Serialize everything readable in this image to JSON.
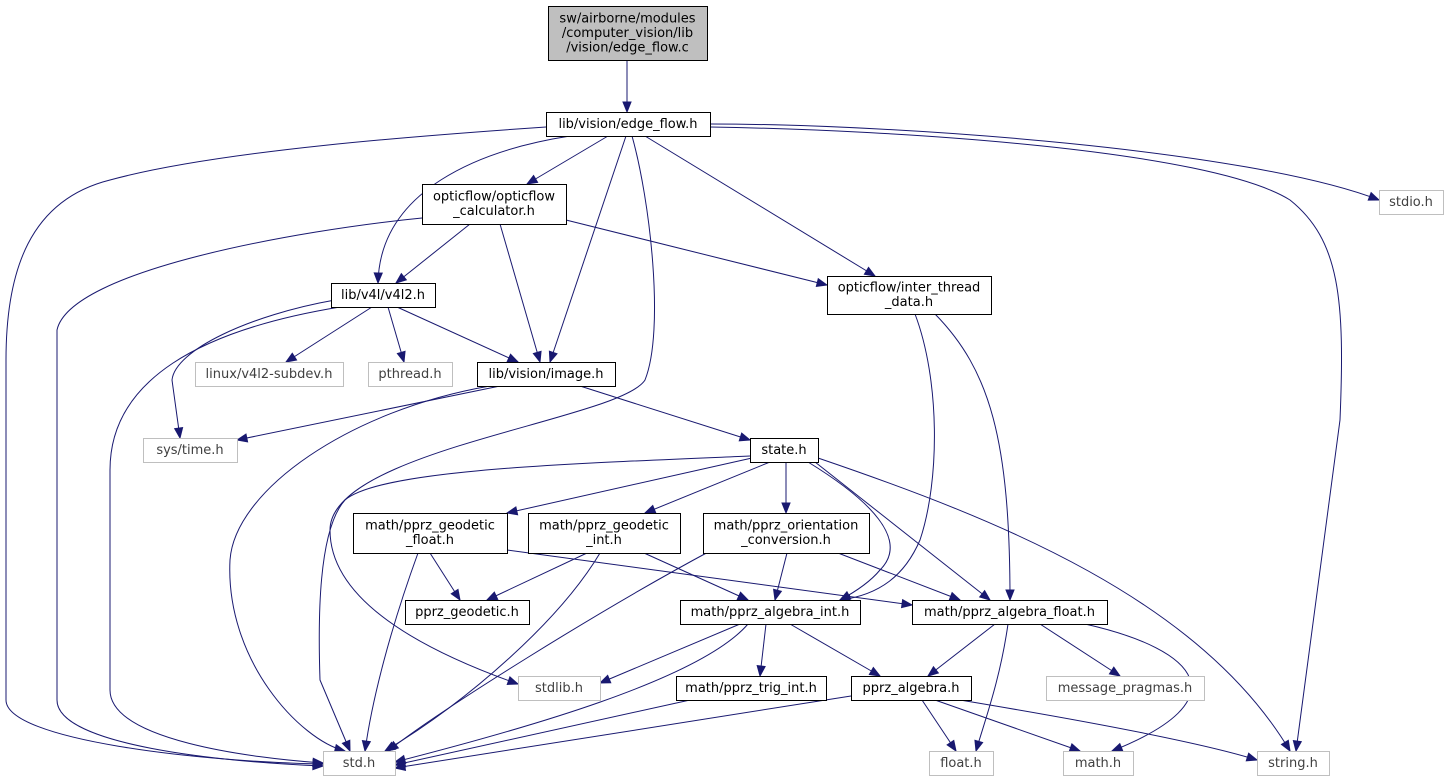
{
  "colors": {
    "edge": "#191970",
    "root_fill": "#bfbfbf",
    "root_stroke": "#000000",
    "node_stroke": "#000000",
    "external_stroke": "#bfbfbf",
    "text": "#000000",
    "external_text": "#404040"
  },
  "nodes": [
    {
      "id": "edge_flow_c",
      "kind": "root",
      "lines": [
        "sw/airborne/modules",
        "/computer_vision/lib",
        "/vision/edge_flow.c"
      ]
    },
    {
      "id": "edge_flow_h",
      "kind": "header",
      "lines": [
        "lib/vision/edge_flow.h"
      ]
    },
    {
      "id": "stdio_h",
      "kind": "external",
      "lines": [
        "stdio.h"
      ]
    },
    {
      "id": "opticflow_calculator_h",
      "kind": "header",
      "lines": [
        "opticflow/opticflow",
        "_calculator.h"
      ]
    },
    {
      "id": "v4l2_h",
      "kind": "header",
      "lines": [
        "lib/v4l/v4l2.h"
      ]
    },
    {
      "id": "inter_thread_data_h",
      "kind": "header",
      "lines": [
        "opticflow/inter_thread",
        "_data.h"
      ]
    },
    {
      "id": "linux_v4l2_subdev_h",
      "kind": "external",
      "lines": [
        "linux/v4l2-subdev.h"
      ]
    },
    {
      "id": "pthread_h",
      "kind": "external",
      "lines": [
        "pthread.h"
      ]
    },
    {
      "id": "image_h",
      "kind": "header",
      "lines": [
        "lib/vision/image.h"
      ]
    },
    {
      "id": "sys_time_h",
      "kind": "external",
      "lines": [
        "sys/time.h"
      ]
    },
    {
      "id": "state_h",
      "kind": "header",
      "lines": [
        "state.h"
      ]
    },
    {
      "id": "pprz_geodetic_float_h",
      "kind": "header",
      "lines": [
        "math/pprz_geodetic",
        "_float.h"
      ]
    },
    {
      "id": "pprz_geodetic_int_h",
      "kind": "header",
      "lines": [
        "math/pprz_geodetic",
        "_int.h"
      ]
    },
    {
      "id": "pprz_orientation_conversion_h",
      "kind": "header",
      "lines": [
        "math/pprz_orientation",
        "_conversion.h"
      ]
    },
    {
      "id": "pprz_geodetic_h",
      "kind": "header",
      "lines": [
        "pprz_geodetic.h"
      ]
    },
    {
      "id": "pprz_algebra_int_h",
      "kind": "header",
      "lines": [
        "math/pprz_algebra_int.h"
      ]
    },
    {
      "id": "pprz_algebra_float_h",
      "kind": "header",
      "lines": [
        "math/pprz_algebra_float.h"
      ]
    },
    {
      "id": "stdlib_h",
      "kind": "external",
      "lines": [
        "stdlib.h"
      ]
    },
    {
      "id": "pprz_trig_int_h",
      "kind": "header",
      "lines": [
        "math/pprz_trig_int.h"
      ]
    },
    {
      "id": "pprz_algebra_h",
      "kind": "header",
      "lines": [
        "pprz_algebra.h"
      ]
    },
    {
      "id": "message_pragmas_h",
      "kind": "external",
      "lines": [
        "message_pragmas.h"
      ]
    },
    {
      "id": "std_h",
      "kind": "external",
      "lines": [
        "std.h"
      ]
    },
    {
      "id": "float_h",
      "kind": "external",
      "lines": [
        "float.h"
      ]
    },
    {
      "id": "math_h",
      "kind": "external",
      "lines": [
        "math.h"
      ]
    },
    {
      "id": "string_h",
      "kind": "external",
      "lines": [
        "string.h"
      ]
    }
  ],
  "edges": [
    {
      "from": "edge_flow_c",
      "to": "edge_flow_h"
    },
    {
      "from": "edge_flow_h",
      "to": "std_h"
    },
    {
      "from": "edge_flow_h",
      "to": "stdio_h"
    },
    {
      "from": "edge_flow_h",
      "to": "string_h"
    },
    {
      "from": "edge_flow_h",
      "to": "opticflow_calculator_h"
    },
    {
      "from": "edge_flow_h",
      "to": "v4l2_h"
    },
    {
      "from": "edge_flow_h",
      "to": "image_h"
    },
    {
      "from": "edge_flow_h",
      "to": "inter_thread_data_h"
    },
    {
      "from": "edge_flow_h",
      "to": "stdlib_h"
    },
    {
      "from": "opticflow_calculator_h",
      "to": "std_h"
    },
    {
      "from": "opticflow_calculator_h",
      "to": "v4l2_h"
    },
    {
      "from": "opticflow_calculator_h",
      "to": "image_h"
    },
    {
      "from": "opticflow_calculator_h",
      "to": "inter_thread_data_h"
    },
    {
      "from": "v4l2_h",
      "to": "std_h"
    },
    {
      "from": "v4l2_h",
      "to": "linux_v4l2_subdev_h"
    },
    {
      "from": "v4l2_h",
      "to": "pthread_h"
    },
    {
      "from": "v4l2_h",
      "to": "image_h"
    },
    {
      "from": "v4l2_h",
      "to": "sys_time_h"
    },
    {
      "from": "image_h",
      "to": "std_h"
    },
    {
      "from": "image_h",
      "to": "sys_time_h"
    },
    {
      "from": "image_h",
      "to": "state_h"
    },
    {
      "from": "inter_thread_data_h",
      "to": "pprz_algebra_int_h"
    },
    {
      "from": "inter_thread_data_h",
      "to": "pprz_algebra_float_h"
    },
    {
      "from": "state_h",
      "to": "std_h"
    },
    {
      "from": "state_h",
      "to": "pprz_geodetic_float_h"
    },
    {
      "from": "state_h",
      "to": "pprz_geodetic_int_h"
    },
    {
      "from": "state_h",
      "to": "pprz_orientation_conversion_h"
    },
    {
      "from": "state_h",
      "to": "pprz_algebra_int_h"
    },
    {
      "from": "state_h",
      "to": "pprz_algebra_float_h"
    },
    {
      "from": "state_h",
      "to": "string_h"
    },
    {
      "from": "pprz_geodetic_float_h",
      "to": "pprz_geodetic_h"
    },
    {
      "from": "pprz_geodetic_float_h",
      "to": "pprz_algebra_float_h"
    },
    {
      "from": "pprz_geodetic_float_h",
      "to": "std_h"
    },
    {
      "from": "pprz_geodetic_int_h",
      "to": "pprz_geodetic_h"
    },
    {
      "from": "pprz_geodetic_int_h",
      "to": "pprz_algebra_int_h"
    },
    {
      "from": "pprz_geodetic_int_h",
      "to": "std_h"
    },
    {
      "from": "pprz_orientation_conversion_h",
      "to": "pprz_algebra_int_h"
    },
    {
      "from": "pprz_orientation_conversion_h",
      "to": "pprz_algebra_float_h"
    },
    {
      "from": "pprz_orientation_conversion_h",
      "to": "std_h"
    },
    {
      "from": "pprz_algebra_int_h",
      "to": "stdlib_h"
    },
    {
      "from": "pprz_algebra_int_h",
      "to": "pprz_trig_int_h"
    },
    {
      "from": "pprz_algebra_int_h",
      "to": "pprz_algebra_h"
    },
    {
      "from": "pprz_algebra_int_h",
      "to": "std_h"
    },
    {
      "from": "pprz_algebra_float_h",
      "to": "pprz_algebra_h"
    },
    {
      "from": "pprz_algebra_float_h",
      "to": "message_pragmas_h"
    },
    {
      "from": "pprz_algebra_float_h",
      "to": "float_h"
    },
    {
      "from": "pprz_algebra_float_h",
      "to": "math_h"
    },
    {
      "from": "pprz_trig_int_h",
      "to": "std_h"
    },
    {
      "from": "pprz_algebra_h",
      "to": "std_h"
    },
    {
      "from": "pprz_algebra_h",
      "to": "float_h"
    },
    {
      "from": "pprz_algebra_h",
      "to": "math_h"
    },
    {
      "from": "pprz_algebra_h",
      "to": "string_h"
    }
  ]
}
